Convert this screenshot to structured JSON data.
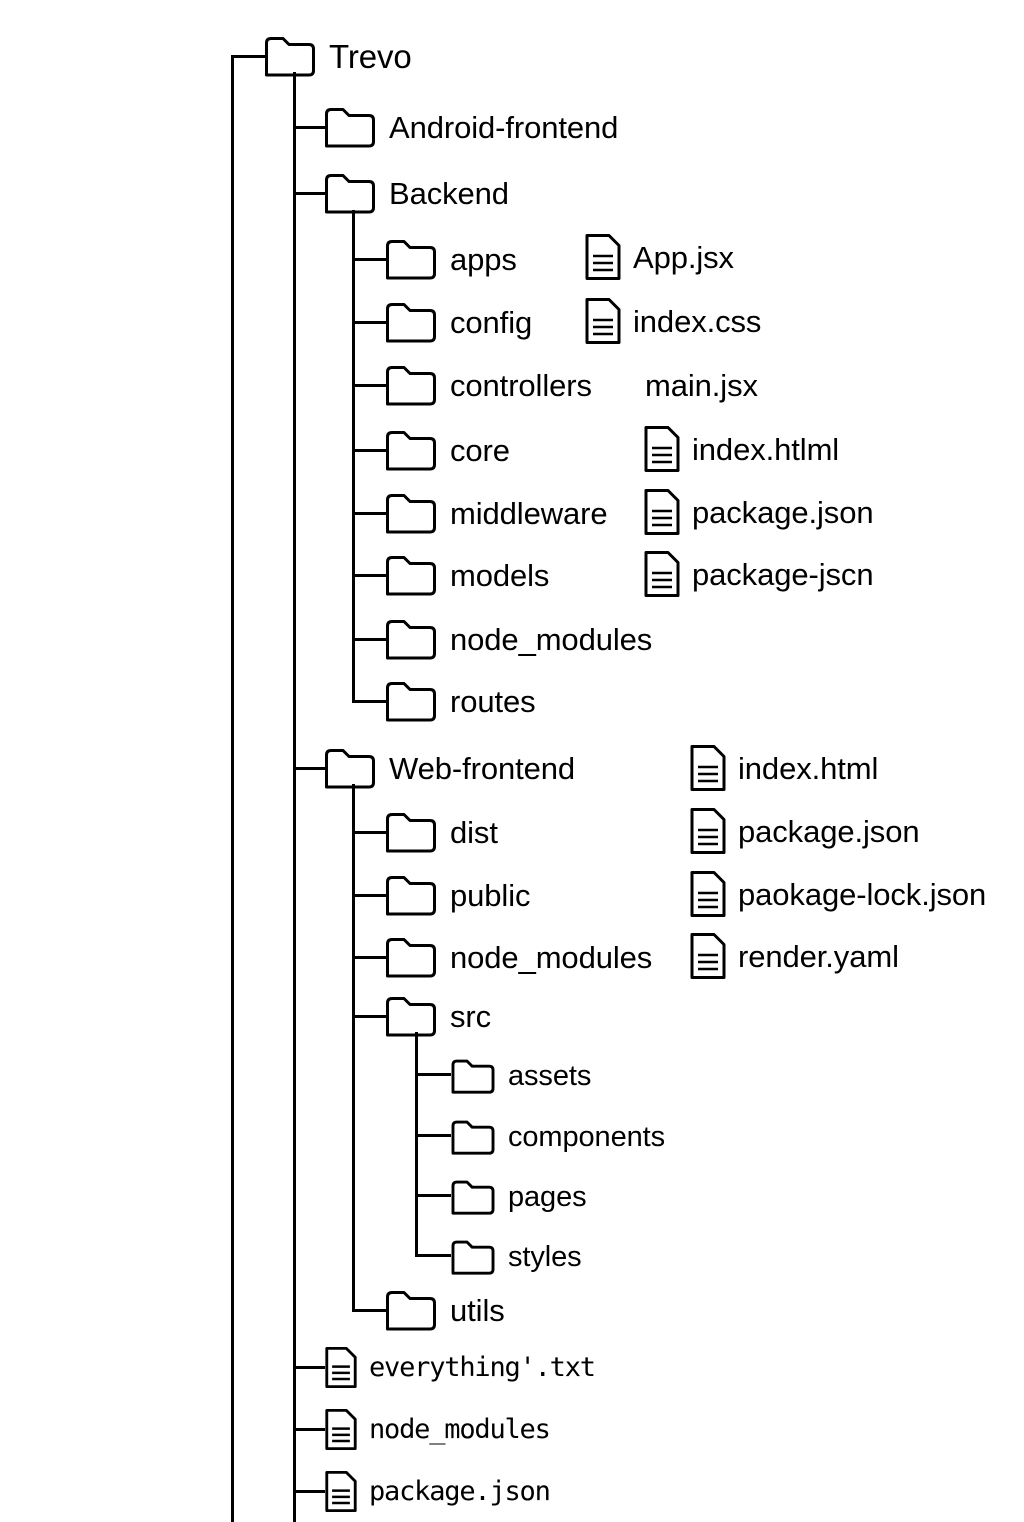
{
  "diagram": {
    "title": "Trevo project file tree",
    "background_color": "#ffffff",
    "line_color": "#000000",
    "text_color": "#000000"
  },
  "nodes": {
    "root": {
      "label": "Trevo",
      "icon": "folder-icon"
    },
    "android_frontend": {
      "label": "Android-frontend",
      "icon": "folder-icon"
    },
    "backend": {
      "label": "Backend",
      "icon": "folder-icon"
    },
    "backend_children": [
      {
        "label": "apps",
        "icon": "folder-icon"
      },
      {
        "label": "config",
        "icon": "folder-icon"
      },
      {
        "label": "controllers",
        "icon": "folder-icon"
      },
      {
        "label": "core",
        "icon": "folder-icon"
      },
      {
        "label": "middleware",
        "icon": "folder-icon"
      },
      {
        "label": "models",
        "icon": "folder-icon"
      },
      {
        "label": "node_modules",
        "icon": "folder-icon"
      },
      {
        "label": "routes",
        "icon": "folder-icon"
      }
    ],
    "backend_files": [
      {
        "label": "App.jsx",
        "icon": "file-icon"
      },
      {
        "label": "index.css",
        "icon": "file-icon"
      },
      {
        "label": "main.jsx",
        "icon": "none"
      },
      {
        "label": "index.htlml",
        "icon": "file-icon"
      },
      {
        "label": "package.json",
        "icon": "file-icon"
      },
      {
        "label": "package-jscn",
        "icon": "file-icon"
      }
    ],
    "web_frontend": {
      "label": "Web-frontend",
      "icon": "folder-icon"
    },
    "web_frontend_children": [
      {
        "label": "dist",
        "icon": "folder-icon"
      },
      {
        "label": "public",
        "icon": "folder-icon"
      },
      {
        "label": "node_modules",
        "icon": "folder-icon"
      },
      {
        "label": "src",
        "icon": "folder-icon"
      },
      {
        "label": "utils",
        "icon": "folder-icon"
      }
    ],
    "web_frontend_files": [
      {
        "label": "index.html",
        "icon": "file-icon"
      },
      {
        "label": "package.json",
        "icon": "file-icon"
      },
      {
        "label": "paokage-lock.json",
        "icon": "file-icon"
      },
      {
        "label": "render.yaml",
        "icon": "file-icon"
      }
    ],
    "src_children": [
      {
        "label": "assets",
        "icon": "folder-icon"
      },
      {
        "label": "components",
        "icon": "folder-icon"
      },
      {
        "label": "pages",
        "icon": "folder-icon"
      },
      {
        "label": "styles",
        "icon": "folder-icon"
      }
    ],
    "root_files": [
      {
        "label": "everything'.txt",
        "icon": "file-icon"
      },
      {
        "label": "node_modules",
        "icon": "file-icon"
      },
      {
        "label": "package.json",
        "icon": "file-icon"
      }
    ]
  }
}
